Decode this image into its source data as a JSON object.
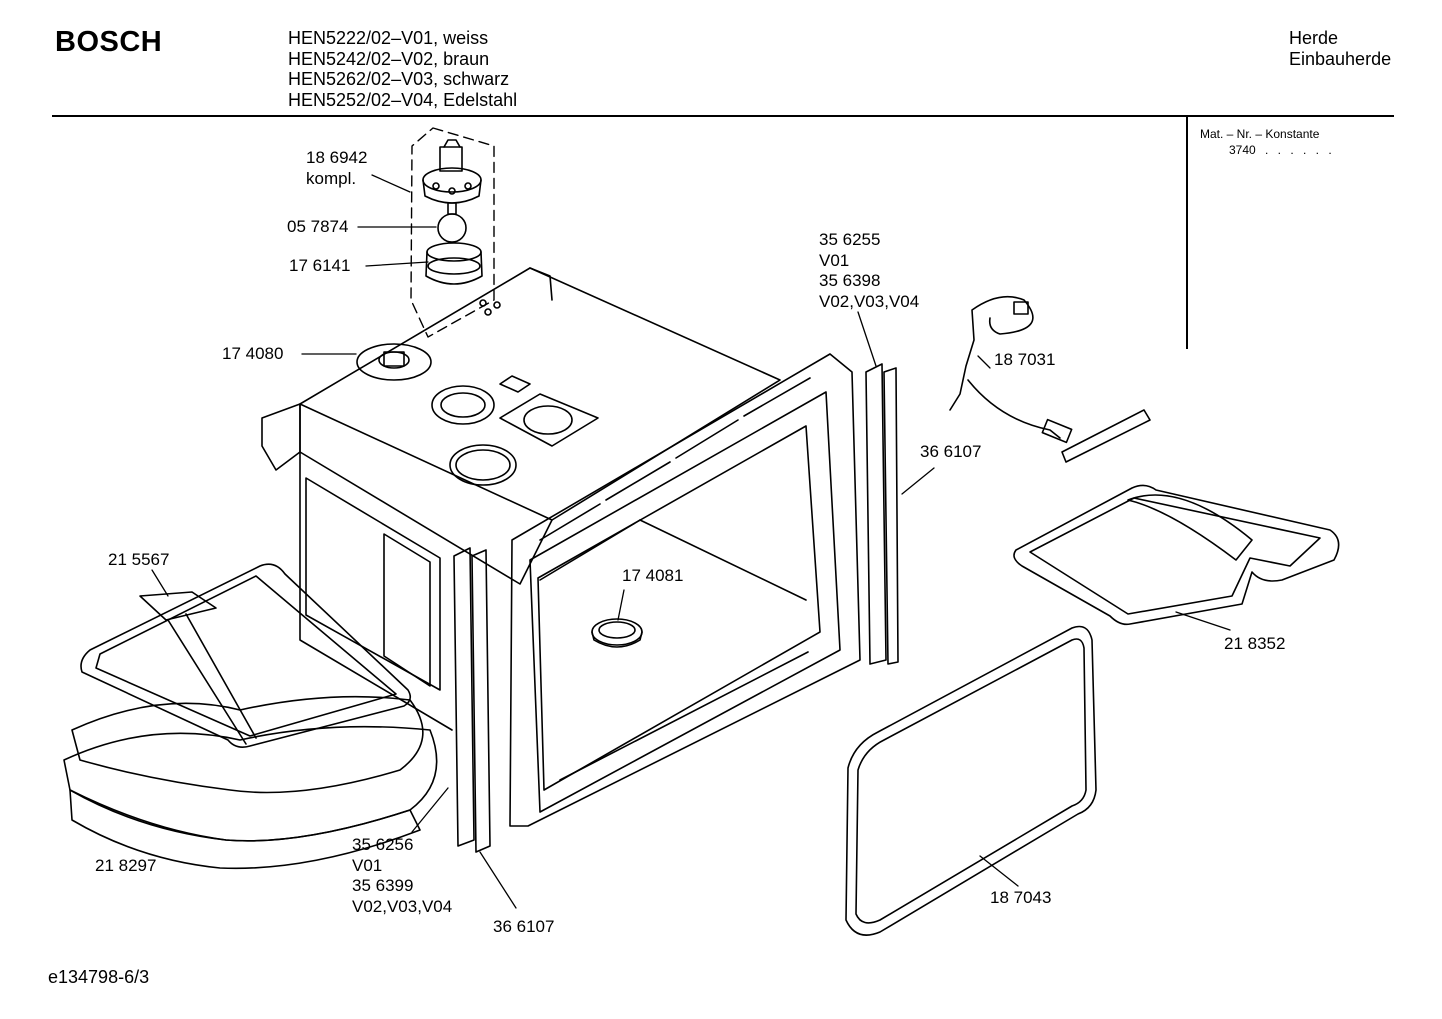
{
  "header": {
    "brand": "BOSCH",
    "models": [
      "HEN5222/02–V01, weiss",
      "HEN5242/02–V02, braun",
      "HEN5262/02–V03, schwarz",
      "HEN5252/02–V04, Edelstahl"
    ],
    "category": [
      "Herde",
      "Einbauherde"
    ]
  },
  "mat": {
    "title": "Mat. – Nr. – Konstante",
    "value": "3740",
    "dots": ". . . . . ."
  },
  "parts": {
    "p186942": [
      "18 6942",
      "kompl."
    ],
    "p057874": "05 7874",
    "p176141": "17 6141",
    "p174080": "17 4080",
    "p356255": [
      "35 6255",
      "V01",
      "35 6398",
      "V02,V03,V04"
    ],
    "p187031": "18 7031",
    "p366107_right": "36 6107",
    "p174081": "17 4081",
    "p215567": "21 5567",
    "p218352": "21 8352",
    "p218297": "21 8297",
    "p356256": [
      "35 6256",
      "V01",
      "35 6399",
      "V02,V03,V04"
    ],
    "p366107_bottom": "36 6107",
    "p187043": "18 7043"
  },
  "footer": {
    "doc_id": "e134798-6/3"
  }
}
